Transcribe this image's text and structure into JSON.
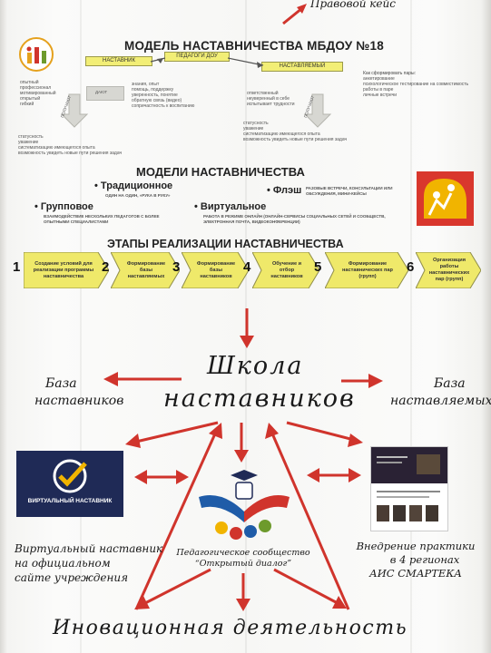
{
  "top_link": "Правовой кейс",
  "model": {
    "title": "МОДЕЛЬ НАСТАВНИЧЕСТВА МБДОУ №18",
    "mentor": "НАСТАВНИК",
    "teachers": "ПЕДАГОГИ ДОУ",
    "mentee": "НАСТАВЛЯЕМЫЙ",
    "give": "ДАЮТ",
    "get": "ПОЛУЧАЮТ",
    "left_list": [
      "опытный",
      "профессионал",
      "мотивированный",
      "открытый",
      "гибкий"
    ],
    "middle_list": [
      "знания, опыт",
      "помощь, поддержку",
      "уверенность, понятие",
      "обратную связь (видео)",
      "сопричастность к воспитанию"
    ],
    "right_list": [
      "ответственный",
      "неуверенный в себе",
      "испытывает трудности"
    ],
    "left_results": [
      "статусность",
      "уважение",
      "систематизацию имеющегося опыта",
      "возможность увидеть новые пути решения задач"
    ],
    "right_results": [
      "статусность",
      "уважение",
      "систематизацию имеющегося опыта",
      "возможность увидеть новые пути решения задач"
    ],
    "how_title": "Как сформировать пары:",
    "how_list": [
      "анкетирование",
      "психологическое тестирование на совместимость работы в паре",
      "личные встречи"
    ]
  },
  "models": {
    "title": "МОДЕЛИ НАСТАВНИЧЕСТВА",
    "traditional": "Традиционное",
    "traditional_desc": "ОДИН НА ОДИН, «РУКА В РУКУ»",
    "flash": "Флэш",
    "flash_desc": "РАЗОВЫЕ ВСТРЕЧИ, КОНСУЛЬТАЦИИ ИЛИ ОБСУЖДЕНИЯ, МИНИ-КЕЙСЫ",
    "group": "Групповое",
    "group_desc": "ВЗАИМОДЕЙСТВИЕ НЕСКОЛЬКИХ ПЕДАГОГОВ С БОЛЕЕ ОПЫТНЫМИ СПЕЦИАЛИСТАМИ",
    "virtual": "Виртуальное",
    "virtual_desc": "РАБОТА В РЕЖИМЕ ОНЛАЙН (ОНЛАЙН-СЕРВИСЫ СОЦИАЛЬНЫХ СЕТЕЙ И СООБЩЕСТВ, ЭЛЕКТРОННАЯ ПОЧТА, ВИДЕОКОНФЕРЕНЦИИ)"
  },
  "stages": {
    "title": "ЭТАПЫ РЕАЛИЗАЦИИ НАСТАВНИЧЕСТВА",
    "items": [
      {
        "n": "1",
        "text": "Создание условий для реализации программы наставничества"
      },
      {
        "n": "2",
        "text": "Формирование базы наставляемых"
      },
      {
        "n": "3",
        "text": "Формирование базы наставников"
      },
      {
        "n": "4",
        "text": "Обучение и отбор наставников"
      },
      {
        "n": "5",
        "text": "Формирование наставнических пар (групп)"
      },
      {
        "n": "6",
        "text": "Организация работы наставнических пар (групп)"
      }
    ]
  },
  "school": {
    "line1": "Школа",
    "line2": "наставников"
  },
  "base_mentors": {
    "line1": "База",
    "line2": "наставников"
  },
  "base_mentees": {
    "line1": "База",
    "line2": "наставляемых"
  },
  "virtual_mentor": {
    "logo_text": "ВИРТУАЛЬНЫЙ НАСТАВНИК",
    "caption": [
      "Виртуальный наставник",
      "на официальном",
      "сайте учреждения"
    ]
  },
  "community": {
    "line1": "Педагогическое сообщество",
    "line2": "“Открытый диалог”"
  },
  "practice": {
    "caption": [
      "Внедрение практики",
      "в 4 регионах",
      "АИС СМАРТЕКА"
    ]
  },
  "innovation": "Иновационная деятельность",
  "colors": {
    "arrow": "#d0342c",
    "box": "#f2ee76",
    "step": "#efe96a",
    "dark": "#1f2a56",
    "accent": "#f1b400"
  }
}
